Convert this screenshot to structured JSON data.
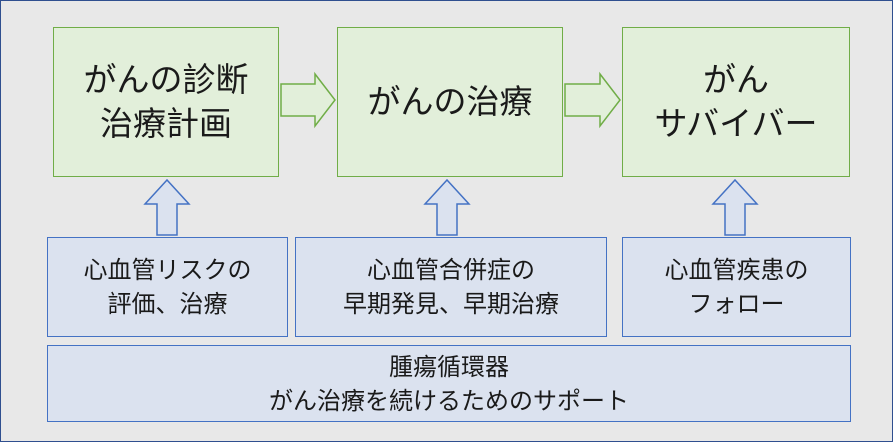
{
  "stages": {
    "diagnosis": "がんの診断\n治療計画",
    "treatment": "がんの治療",
    "survivor": "がん\nサバイバー"
  },
  "support": {
    "cv_risk": "心血管リスクの\n評価、治療",
    "cv_complication": "心血管合併症の\n早期発見、早期治療",
    "cv_followup": "心血管疾患の\nフォロー",
    "onco_cardiology": "腫瘍循環器\nがん治療を続けるためのサポート"
  },
  "colors": {
    "stage_fill": "#e2efda",
    "stage_border": "#70ad47",
    "support_fill": "#dbe2ef",
    "support_border": "#4472c4",
    "background": "#e8e8e8"
  }
}
